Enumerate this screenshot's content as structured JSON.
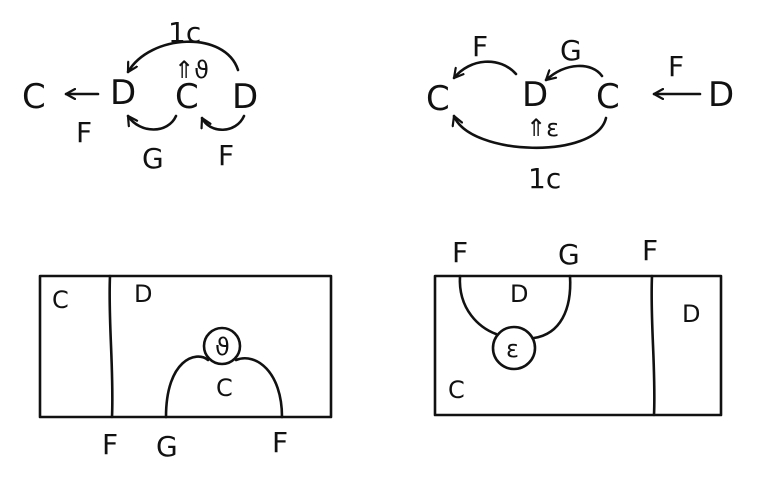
{
  "top_left": {
    "left_c": "C",
    "d": "D",
    "c": "C",
    "right_d": "D",
    "label_f_left": "F",
    "label_g": "G",
    "label_f_right": "F",
    "arc_label": "1c",
    "double_arrow_label": "⇑ϑ"
  },
  "top_right": {
    "left_c": "C",
    "d": "D",
    "c": "C",
    "right_d": "D",
    "label_f_top": "F",
    "label_g": "G",
    "label_f_right": "F",
    "arc_label": "1c",
    "double_arrow_label": "⇑ε"
  },
  "bottom_left": {
    "region_c": "C",
    "region_d": "D",
    "inner_c": "C",
    "node": "ϑ",
    "bottom_f_left": "F",
    "bottom_g": "G",
    "bottom_f_right": "F"
  },
  "bottom_right": {
    "top_f_left": "F",
    "top_g": "G",
    "top_f_right": "F",
    "inner_d": "D",
    "node": "ε",
    "region_d": "D",
    "region_c": "C"
  }
}
